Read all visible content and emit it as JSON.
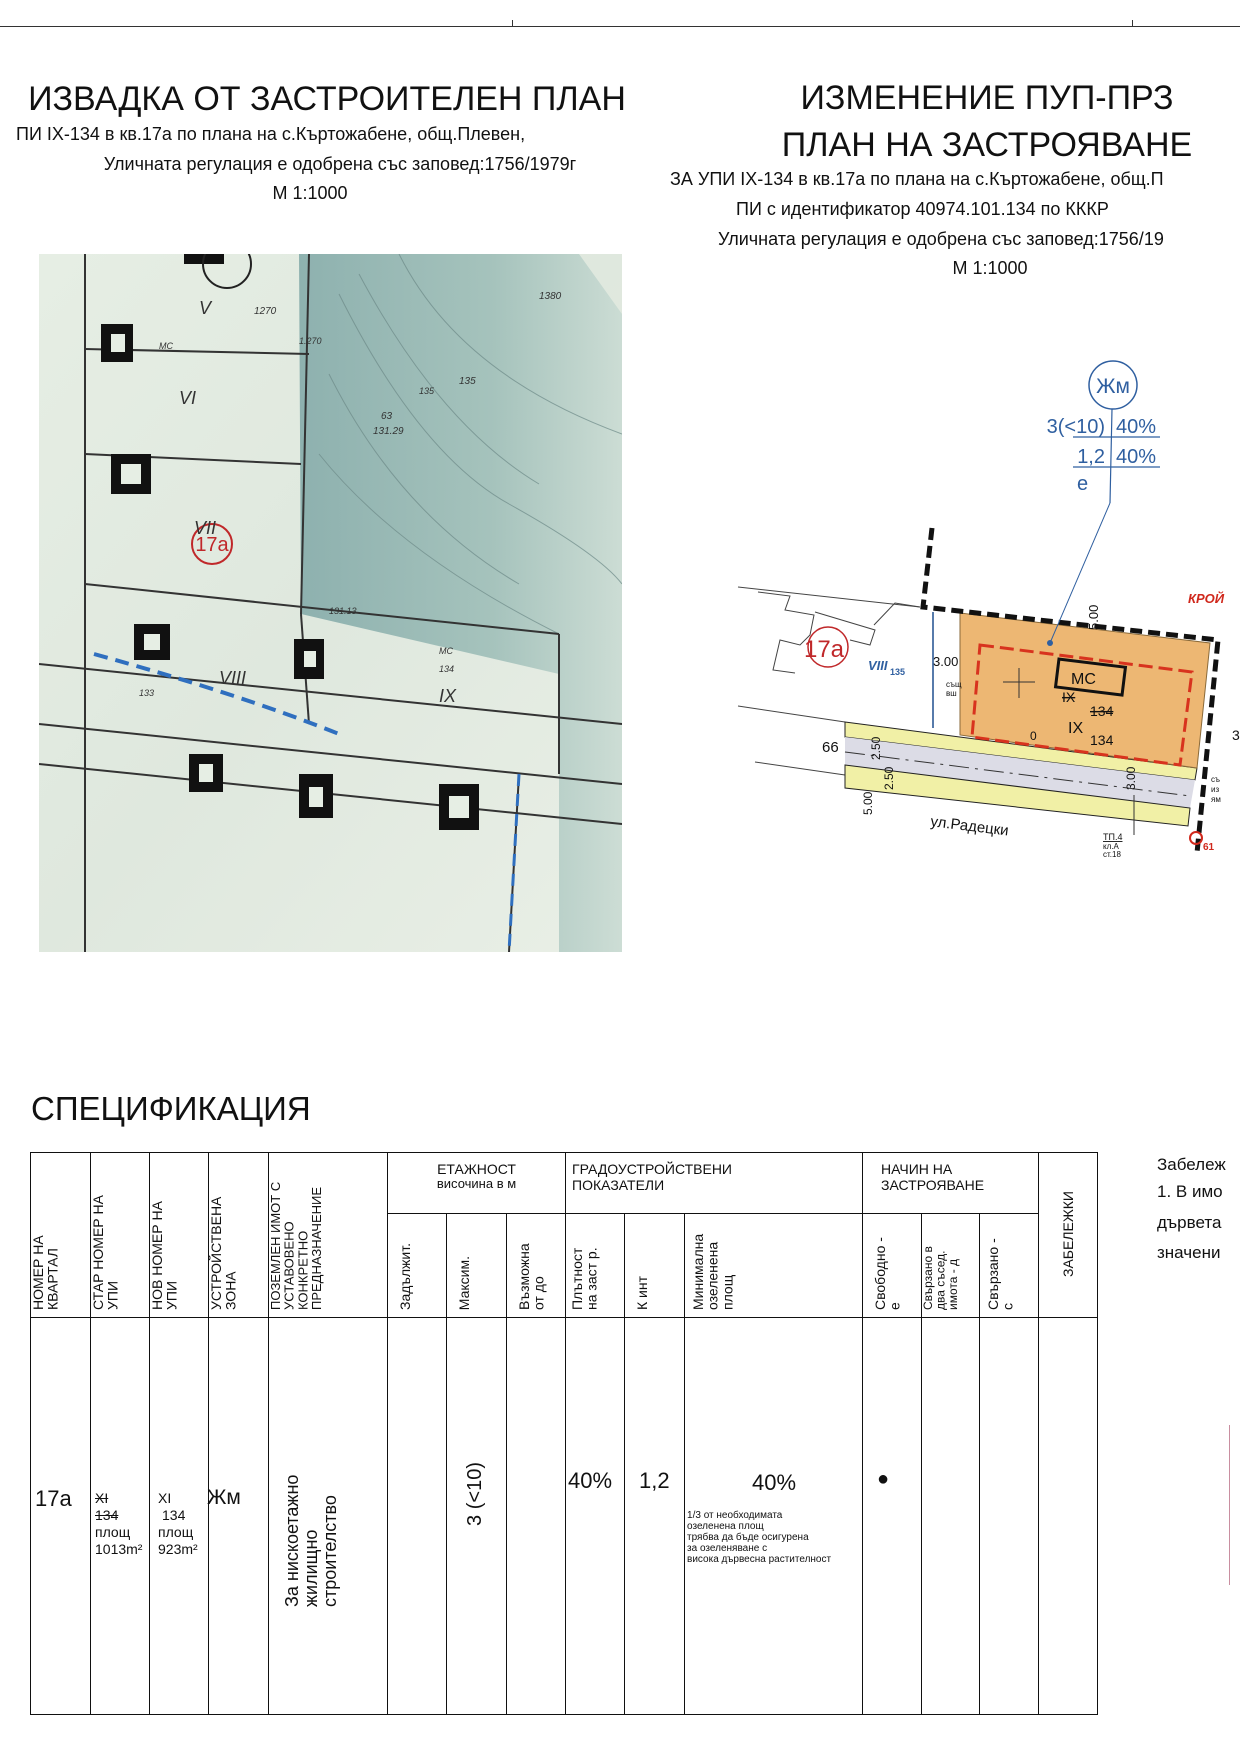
{
  "left_header": {
    "title": "ИЗВАДКА ОТ ЗАСТРОИТЕЛЕН ПЛАН",
    "line1": "ПИ IX-134 в кв.17а по плана на с.Къртожабене, общ.Плевен,",
    "line2": "Уличната регулация е одобрена със заповед:1756/1979г",
    "scale": "М 1:1000"
  },
  "right_header": {
    "title1": "ИЗМЕНЕНИЕ ПУП-ПРЗ",
    "title2": "ПЛАН НА ЗАСТРОЯВАНЕ",
    "line1": "ЗА УПИ IX-134 в кв.17а по плана на с.Къртожабене, общ.П",
    "line2": "ПИ с идентификатор  40974.101.134 по КККР",
    "line3": "Уличната регулация е одобрена със заповед:1756/19",
    "scale": "М 1:1000"
  },
  "old_map": {
    "labels": {
      "v": "V",
      "vi": "VI",
      "vii": "VII",
      "viii": "VIII",
      "ix": "IX",
      "block": "17а",
      "n1270": "1270",
      "n1380": "1380",
      "n135": "135",
      "n63": "63",
      "n13129": "131.29",
      "mc1": "МС",
      "mc2": "МС",
      "n134": "134",
      "n133": "133",
      "n1270b": "1.270",
      "n13113": "131.13",
      "n135b": "135"
    }
  },
  "new_plan": {
    "zone": "Жм",
    "floors": "3(<10)",
    "density": "40%",
    "kint": "1,2",
    "green": "40%",
    "mode": "е",
    "block": "17а",
    "neighbor": "VIII",
    "neighbor_num": "135",
    "building": "МС",
    "old_upi": "IX",
    "old_upi_num": "134",
    "new_upi": "IX",
    "new_upi_num": "134",
    "zero": "0",
    "street_num": "66",
    "street": "ул.Радецки",
    "dim_top": "5.00",
    "dim_left": "3.00",
    "dim_street1": "2.50",
    "dim_street2": "2.50",
    "dim_street3": "5.00",
    "dim_right": "3.00",
    "tp1": "ТП.4",
    "tp2": "кл.А",
    "tp3": "ст.18",
    "neighbor_right": "КРОЙ",
    "exist1": "същ",
    "exist2": "вш",
    "right_cut": "3",
    "right_num": "61",
    "cut_right": [
      "съ",
      "из",
      "ям"
    ]
  },
  "spec": {
    "title": "СПЕЦИФИКАЦИЯ",
    "headers": {
      "kvartal": "НОМЕР НА КВАРТАЛ",
      "old_upi": "СТАР НОМЕР НА УПИ",
      "new_upi": "НОВ НОМЕР НА УПИ",
      "zone": "УСТРОЙСТВЕНА ЗОНА",
      "purpose": "ПОЗЕМЛЕН ИМОТ С УСТАВОВЕНО КОНКРЕТНО ПРЕДНАЗНАЧЕНИЕ",
      "floors_group_1": "ЕТАЖНОСТ",
      "floors_group_2": "височина в м",
      "mandatory": "Задължит.",
      "max": "Максим.",
      "possible": "Възможна от до",
      "indicators_group": "ГРАДОУСТРОЙСТВЕНИ ПОКАЗАТЕЛИ",
      "density": "Плътност на заст р.",
      "kint": "К инт",
      "min_green": "Минимална озеленена площ",
      "mode_group": "НАЧИН НА ЗАСТРОЯВАНЕ",
      "free": "Свободно - е",
      "paired": "Свързано в два съсед. имота - д",
      "linked": "Свързано - с",
      "notes": "ЗАБЕЛЕЖКИ"
    },
    "row": {
      "kvartal": "17а",
      "old_upi_1": "XI",
      "old_upi_2": "134",
      "old_upi_3": "площ",
      "old_upi_4": "1013m²",
      "new_upi_1": "XI",
      "new_upi_2": "134",
      "new_upi_3": "площ",
      "new_upi_4": "923m²",
      "zone": "Жм",
      "purpose": "За нискоетажно жилищно строителство",
      "max": "3 (<10)",
      "density": "40%",
      "kint": "1,2",
      "min_green": "40%",
      "green_note": [
        "1/3 от необходимата",
        "озеленена площ",
        "трябва да бъде осигурена",
        "за озеленяване с",
        "висока дървесна растителност"
      ],
      "free_mark": "●"
    }
  },
  "notes": {
    "lines": [
      "Забележ",
      "1. В имо",
      "дървета",
      "значени"
    ]
  }
}
